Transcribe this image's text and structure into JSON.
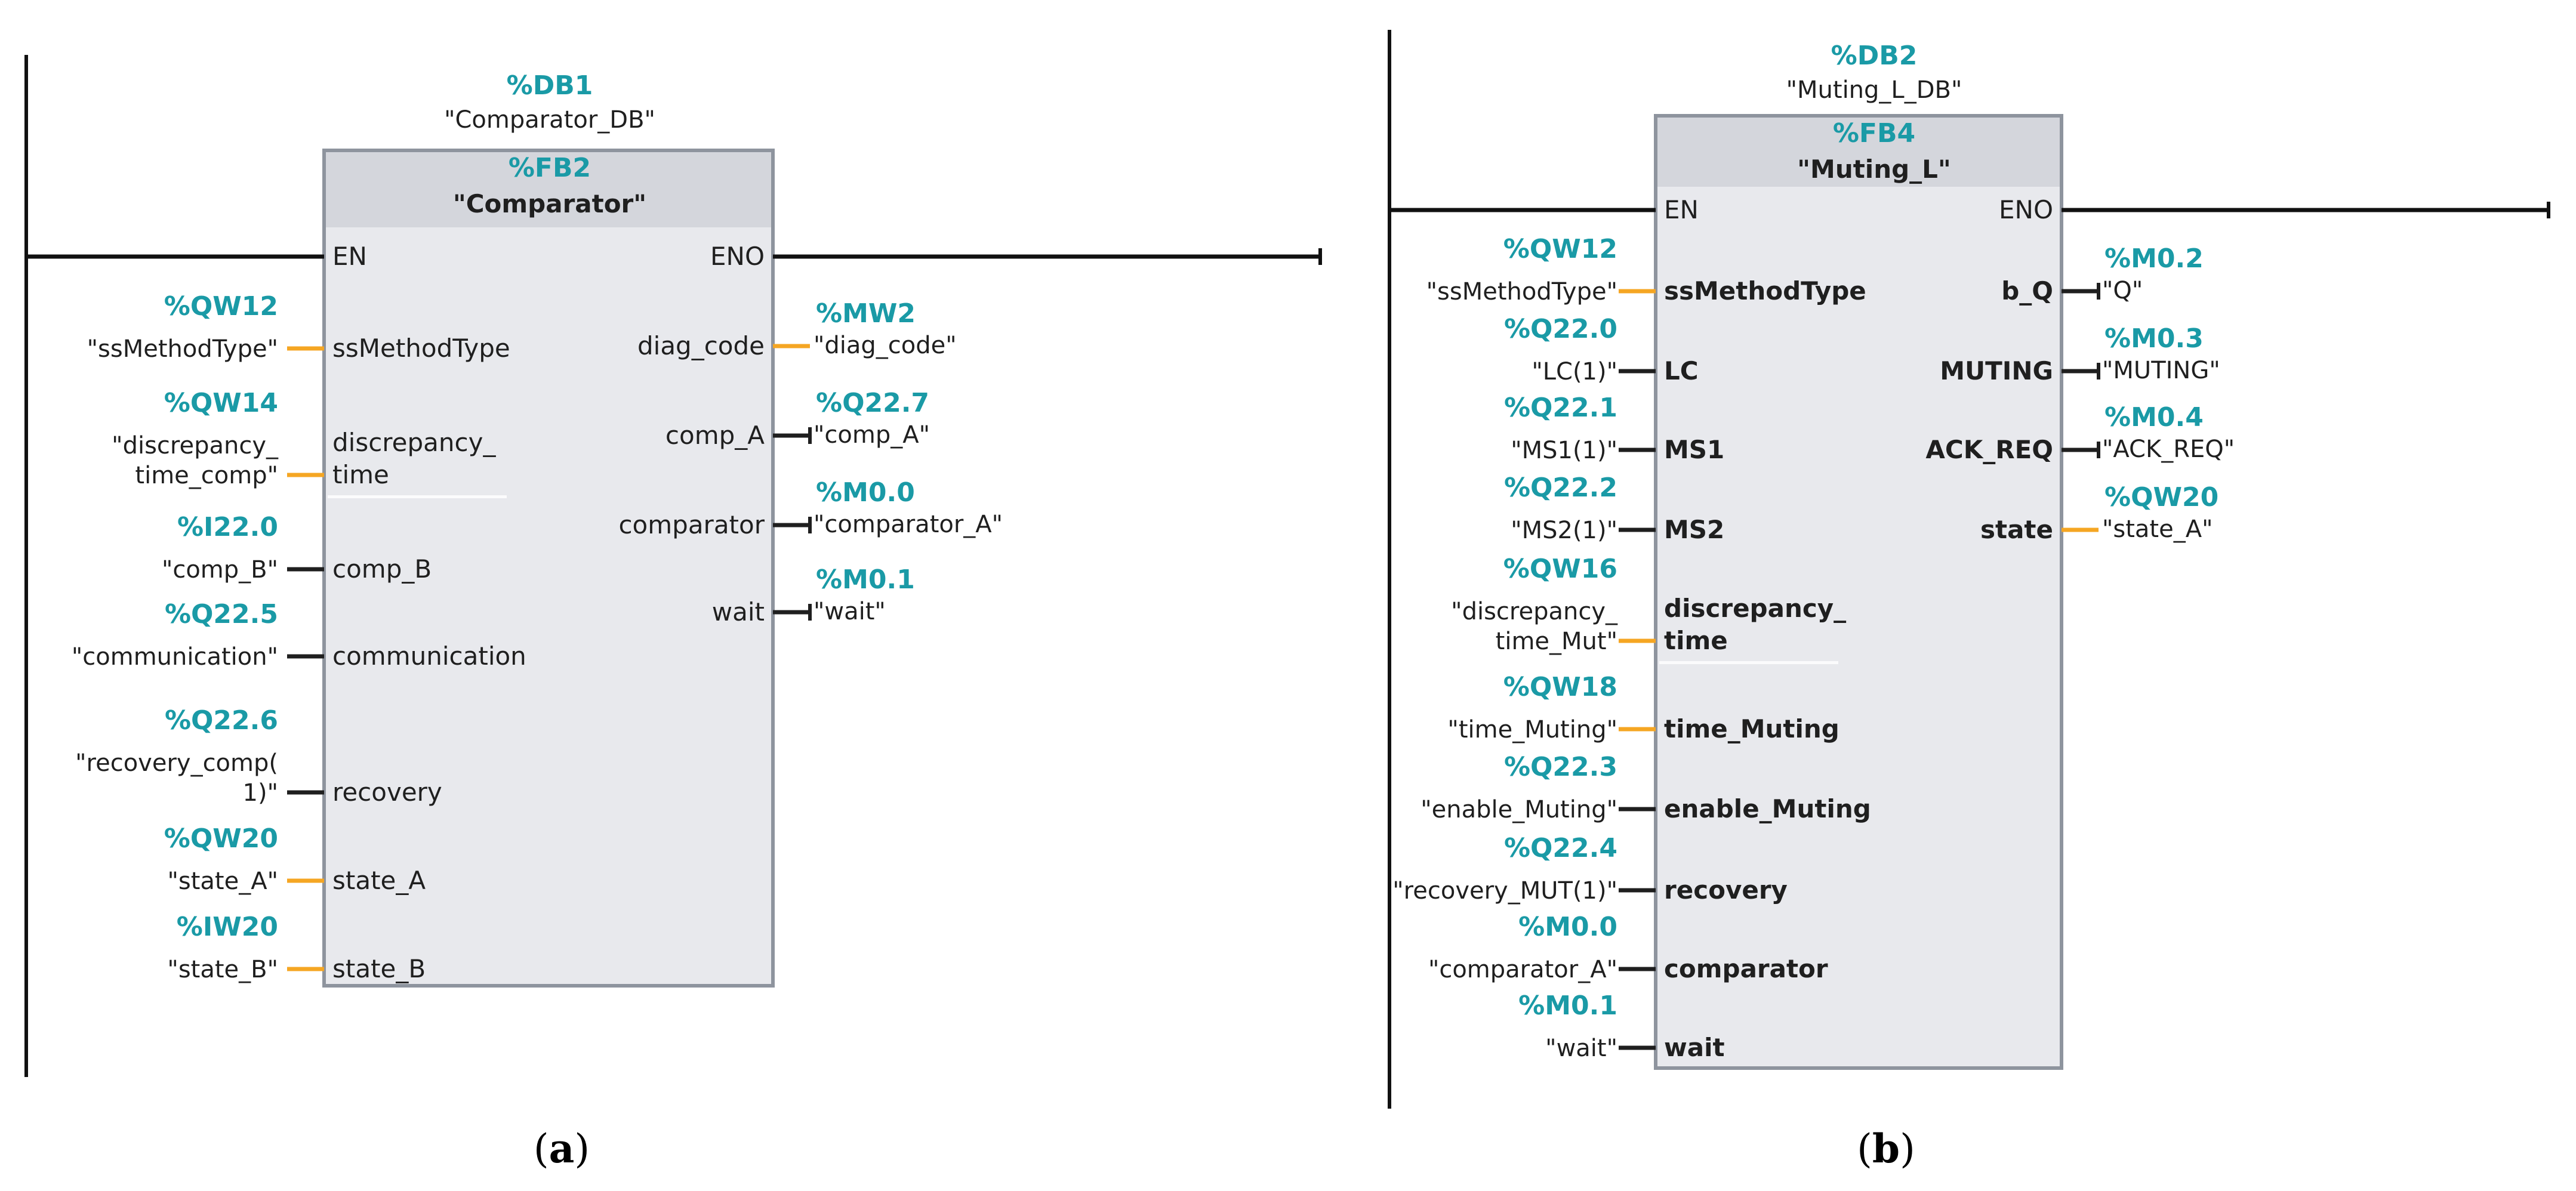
{
  "panel_a": {
    "db_address": "%DB1",
    "db_name": "\"Comparator_DB\"",
    "fb_address": "%FB2",
    "fb_name": "\"Comparator\"",
    "en": "EN",
    "eno": "ENO",
    "inputs": [
      {
        "address": "%QW12",
        "symbol": [
          "\"ssMethodType\""
        ],
        "pin": [
          "ssMethodType"
        ],
        "wire": "orange"
      },
      {
        "address": "%QW14",
        "symbol": [
          "\"discrepancy_",
          "time_comp\""
        ],
        "pin": [
          "discrepancy_",
          "time"
        ],
        "wire": "orange"
      },
      {
        "address": "%I22.0",
        "symbol": [
          "\"comp_B\""
        ],
        "pin": [
          "comp_B"
        ],
        "wire": "black"
      },
      {
        "address": "%Q22.5",
        "symbol": [
          "\"communication\""
        ],
        "pin": [
          "communication"
        ],
        "wire": "black"
      },
      {
        "address": "%Q22.6",
        "symbol": [
          "\"recovery_comp(",
          "1)\""
        ],
        "pin": [
          "recovery"
        ],
        "wire": "black"
      },
      {
        "address": "%QW20",
        "symbol": [
          "\"state_A\""
        ],
        "pin": [
          "state_A"
        ],
        "wire": "orange"
      },
      {
        "address": "%IW20",
        "symbol": [
          "\"state_B\""
        ],
        "pin": [
          "state_B"
        ],
        "wire": "orange"
      }
    ],
    "outputs": [
      {
        "address": "%MW2",
        "symbol": "\"diag_code\"",
        "pin": "diag_code",
        "wire": "orange"
      },
      {
        "address": "%Q22.7",
        "symbol": "\"comp_A\"",
        "pin": "comp_A",
        "wire": "black"
      },
      {
        "address": "%M0.0",
        "symbol": "\"comparator_A\"",
        "pin": "comparator",
        "wire": "black"
      },
      {
        "address": "%M0.1",
        "symbol": "\"wait\"",
        "pin": "wait",
        "wire": "black"
      }
    ],
    "caption": "a"
  },
  "panel_b": {
    "db_address": "%DB2",
    "db_name": "\"Muting_L_DB\"",
    "fb_address": "%FB4",
    "fb_name": "\"Muting_L\"",
    "en": "EN",
    "eno": "ENO",
    "inputs": [
      {
        "address": "%QW12",
        "symbol": [
          "\"ssMethodType\""
        ],
        "pin": [
          "ssMethodType"
        ],
        "wire": "orange"
      },
      {
        "address": "%Q22.0",
        "symbol": [
          "\"LC(1)\""
        ],
        "pin": [
          "LC"
        ],
        "wire": "black"
      },
      {
        "address": "%Q22.1",
        "symbol": [
          "\"MS1(1)\""
        ],
        "pin": [
          "MS1"
        ],
        "wire": "black"
      },
      {
        "address": "%Q22.2",
        "symbol": [
          "\"MS2(1)\""
        ],
        "pin": [
          "MS2"
        ],
        "wire": "black"
      },
      {
        "address": "%QW16",
        "symbol": [
          "\"discrepancy_",
          "time_Mut\""
        ],
        "pin": [
          "discrepancy_",
          "time"
        ],
        "wire": "orange"
      },
      {
        "address": "%QW18",
        "symbol": [
          "\"time_Muting\""
        ],
        "pin": [
          "time_Muting"
        ],
        "wire": "orange"
      },
      {
        "address": "%Q22.3",
        "symbol": [
          "\"enable_Muting\""
        ],
        "pin": [
          "enable_Muting"
        ],
        "wire": "black"
      },
      {
        "address": "%Q22.4",
        "symbol": [
          "\"recovery_MUT(1)\""
        ],
        "pin": [
          "recovery"
        ],
        "wire": "black"
      },
      {
        "address": "%M0.0",
        "symbol": [
          "\"comparator_A\""
        ],
        "pin": [
          "comparator"
        ],
        "wire": "black"
      },
      {
        "address": "%M0.1",
        "symbol": [
          "\"wait\""
        ],
        "pin": [
          "wait"
        ],
        "wire": "black"
      }
    ],
    "outputs": [
      {
        "address": "%M0.2",
        "symbol": "\"Q\"",
        "pin": "b_Q",
        "wire": "black"
      },
      {
        "address": "%M0.3",
        "symbol": "\"MUTING\"",
        "pin": "MUTING",
        "wire": "black"
      },
      {
        "address": "%M0.4",
        "symbol": "\"ACK_REQ\"",
        "pin": "ACK_REQ",
        "wire": "black"
      },
      {
        "address": "%QW20",
        "symbol": "\"state_A\"",
        "pin": "state",
        "wire": "orange"
      }
    ],
    "caption": "b"
  },
  "colors": {
    "address": "#1a9aa6",
    "wire_orange": "#f5a623",
    "wire_black": "#1f1f1f",
    "block_header": "#d4d6dc",
    "block_body": "#e8e9ed",
    "block_border": "#8e949e"
  }
}
